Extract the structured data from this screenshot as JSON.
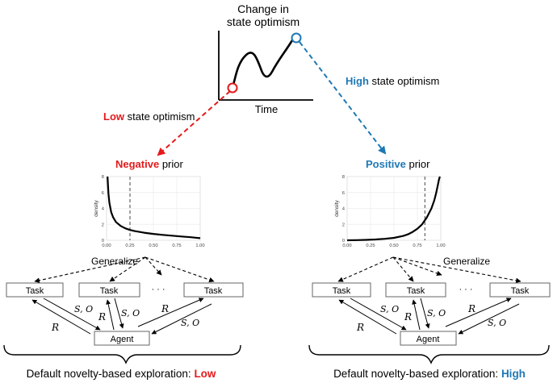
{
  "header": {
    "title_line1": "Change in",
    "title_line2": "state optimism",
    "time_label": "Time"
  },
  "branches": {
    "low": {
      "arrow_word": "Low",
      "arrow_rest": " state optimism",
      "prior_word": "Negative",
      "prior_rest": " prior",
      "exploration_prefix": "Default novelty-based exploration: ",
      "exploration_value": "Low",
      "color": "#e41a1c"
    },
    "high": {
      "arrow_word": "High",
      "arrow_rest": " state optimism",
      "prior_word": "Positive",
      "prior_rest": " prior",
      "exploration_prefix": "Default novelty-based exploration: ",
      "exploration_value": "High",
      "color": "#1f78b4"
    }
  },
  "tasks": {
    "generalize_label": "Generalize",
    "task_label": "Task",
    "agent_label": "Agent",
    "ellipsis": "· · ·",
    "reward_symbol": "R",
    "state_obs_symbol": "S, O"
  },
  "chart_data": [
    {
      "type": "line",
      "title": "Negative prior",
      "xlabel": "",
      "ylabel": "density",
      "xlim": [
        0,
        1
      ],
      "ylim": [
        0,
        8
      ],
      "xticks": [
        "0.00",
        "0.25",
        "0.50",
        "0.75",
        "1.00"
      ],
      "yticks": [
        "0",
        "2",
        "4",
        "6",
        "8"
      ],
      "reference_line_x": 0.25,
      "series": [
        {
          "x": [
            0.01,
            0.02,
            0.03,
            0.05,
            0.07,
            0.1,
            0.15,
            0.2,
            0.25,
            0.3,
            0.4,
            0.5,
            0.6,
            0.7,
            0.8,
            0.9,
            0.95,
            1.0
          ],
          "y": [
            8.0,
            5.9,
            4.7,
            3.5,
            2.9,
            2.3,
            1.8,
            1.5,
            1.3,
            1.15,
            0.95,
            0.8,
            0.68,
            0.58,
            0.48,
            0.38,
            0.32,
            0.26
          ]
        }
      ]
    },
    {
      "type": "line",
      "title": "Positive prior",
      "xlabel": "",
      "ylabel": "density",
      "xlim": [
        0,
        1
      ],
      "ylim": [
        0,
        8
      ],
      "xticks": [
        "0.00",
        "0.25",
        "0.50",
        "0.75",
        "1.00"
      ],
      "yticks": [
        "0",
        "2",
        "4",
        "6",
        "8"
      ],
      "reference_line_x": 0.83,
      "series": [
        {
          "x": [
            0.0,
            0.1,
            0.2,
            0.3,
            0.4,
            0.5,
            0.6,
            0.65,
            0.7,
            0.75,
            0.8,
            0.85,
            0.9,
            0.93,
            0.95,
            0.97,
            0.98,
            0.99
          ],
          "y": [
            0.0,
            0.02,
            0.05,
            0.1,
            0.18,
            0.3,
            0.55,
            0.75,
            1.05,
            1.45,
            2.0,
            2.85,
            4.0,
            5.0,
            5.9,
            7.0,
            7.6,
            8.0
          ]
        }
      ]
    }
  ]
}
